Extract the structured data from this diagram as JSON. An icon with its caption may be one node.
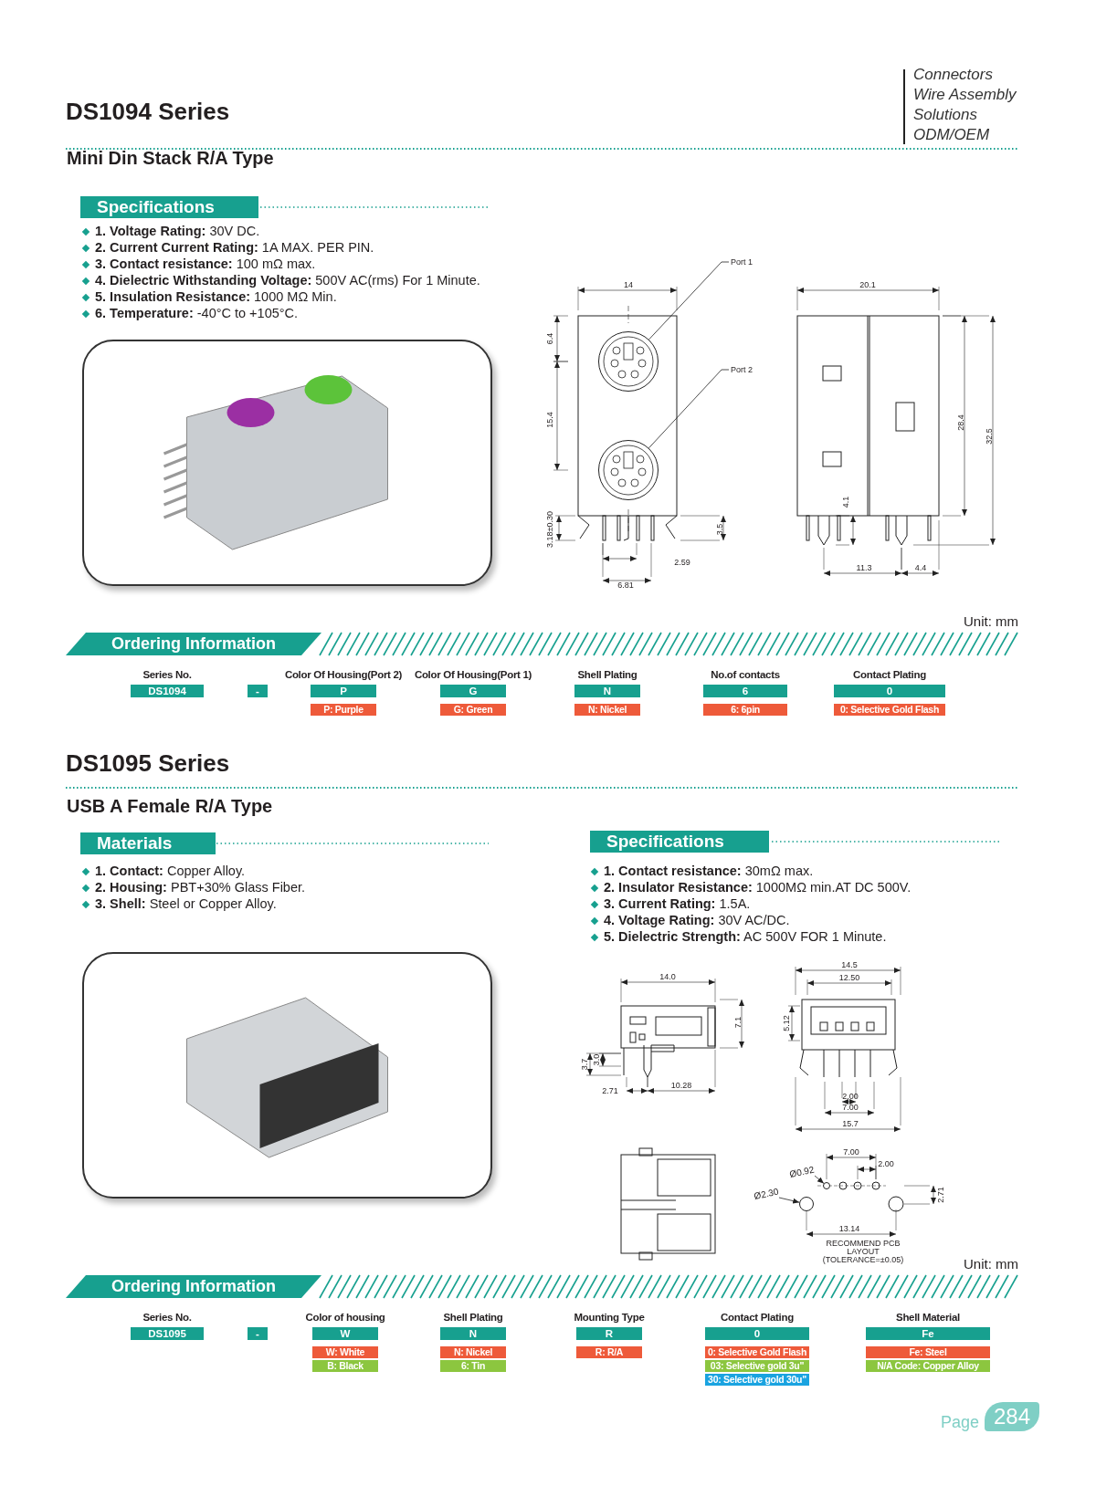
{
  "diagram": {
    "nodes": [
      {
        "text": [
          "Port 1"
        ]
      },
      {
        "text": [],
        "shape": "circle"
      },
      {
        "text": [
          "Port 2"
        ]
      },
      {
        "text": [],
        "shape": "circle"
      },
      {
        "text": [
          "Ø0.92"
        ]
      },
      {
        "text": [],
        "shape": "circle"
      },
      {
        "text": [
          "Ø2.30"
        ]
      },
      {
        "text": [],
        "shape": "circle"
      }
    ],
    "edges": [
      {
        "from": 0,
        "to": 1,
        "arrow": "none"
      },
      {
        "from": 2,
        "to": 3,
        "arrow": "none"
      },
      {
        "from": 4,
        "to": 5,
        "arrow": "to"
      },
      {
        "from": 6,
        "to": 7,
        "arrow": "to"
      }
    ],
    "labels": [
      "DS1094 Series",
      "Connectors",
      "Wire Assembly",
      "Solutions",
      "ODM/OEM",
      "Mini Din Stack R/A Type",
      "Specifications",
      "**1. Voltage Rating:** 30V DC.",
      "**2. Current Current Rating:** 1A MAX. PER PIN.",
      "**3. Contact resistance:** 100 mΩ  max.",
      "**4. Dielectric Withstanding Voltage:** 500V AC(rms) For 1 Minute.",
      "**5. Insulation  Resistance:** 1000 MΩ Min.",
      "**6. Temperature:** -40°C to +105°C.",
      "14",
      "6.4",
      "15.4",
      "3.18±0.30",
      "3.5",
      "2.59",
      "6.81",
      "20.1",
      "28.4",
      "32.5",
      "4.1",
      "11.3",
      "4.4",
      "Unit: mm",
      "Ordering Information",
      "Series No.",
      "Color Of Housing(Port 2)",
      "Color Of Housing(Port 1)",
      "Shell Plating",
      "No.of contacts",
      "Contact Plating",
      "DS1094",
      "-",
      "P",
      "G",
      "N",
      "6",
      "0",
      "P: Purple",
      "G: Green",
      "N: Nickel",
      "6: 6pin",
      "0: Selective Gold Flash",
      "DS1095 Series",
      "USB A Female R/A Type",
      "Materials",
      "**1. Contact:** Copper Alloy.",
      "**2. Housing:** PBT+30% Glass Fiber.",
      "**3. Shell:** Steel or Copper Alloy.",
      "Specifications",
      "**1. Contact resistance:** 30mΩ max.",
      "**2. Insulator Resistance:** 1000MΩ min.AT DC 500V.",
      "**3. Current Rating:** 1.5A.",
      "**4. Voltage Rating:** 30V AC/DC.",
      "**5. Dielectric Strength:** AC 500V FOR 1 Minute.",
      "14.0",
      "7.1",
      "3.7",
      "3.0",
      "2.71",
      "10.28",
      "14.5",
      "12.50",
      "5.12",
      "2.00",
      "7.00",
      "15.7",
      "7.00",
      "2.00",
      "13.14",
      "2.71",
      "RECOMMEND PCB LAYOUT (TOLERANCE=±0.05)",
      "Unit: mm",
      "Ordering Information",
      "Series No.",
      "Color of housing",
      "Shell Plating",
      "Mounting Type",
      "Contact Plating",
      "Shell Material",
      "DS1095",
      "-",
      "W",
      "N",
      "R",
      "0",
      "Fe",
      "W: White",
      "N: Nickel",
      "R: R/A",
      "0: Selective Gold Flash",
      "Fe: Steel",
      "B: Black",
      "6: Tin",
      "03: Selective gold 3u\"",
      "N/A Code: Copper Alloy",
      "30: Selective gold 30u\"",
      "Page",
      "284"
    ]
  }
}
